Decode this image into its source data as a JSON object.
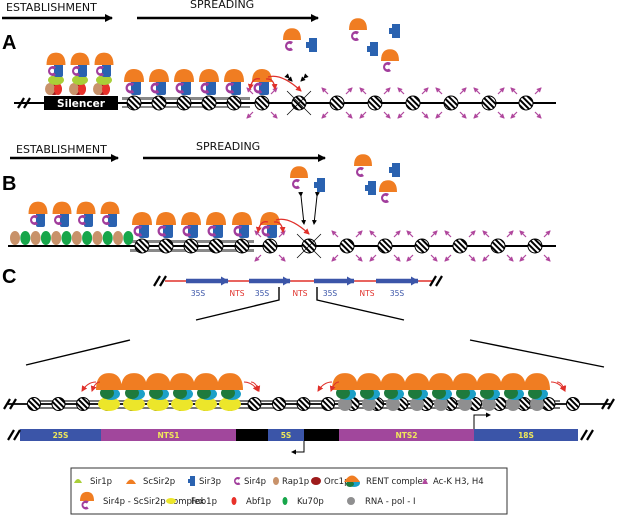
{
  "colors": {
    "sir1p": "#a9cf38",
    "scsir2p": "#f07d22",
    "sir3p": "#2a62b0",
    "sir4p": "#a13d9c",
    "rap1p": "#c8926a",
    "orc1p": "#9e1b1b",
    "abf1p": "#e8312a",
    "ku70p": "#17a64a",
    "fob1p": "#ece62a",
    "rnapol": "#8f8f90",
    "rent_teal": "#1ca0c8",
    "rent_green": "#1e7a3d",
    "ack": "#b0479d",
    "spread_arrow": "#e0302a",
    "rdna_blue": "#3b55a8",
    "rdna_magenta": "#a1479c",
    "rdna_black": "#000000",
    "rdna_label": "#f0e95a",
    "ntsred": "#e0302a"
  },
  "panels": [
    {
      "label": "A",
      "establishment": "ESTABLISHMENT",
      "spreading": "SPREADING",
      "silencer": "Silencer"
    },
    {
      "label": "B",
      "establishment": "ESTABLISHMENT",
      "spreading": "SPREADING"
    },
    {
      "label": "C"
    }
  ],
  "rdna_repeat": {
    "segments": [
      "35S",
      "NTS",
      "35S",
      "NTS",
      "35S",
      "NTS",
      "35S"
    ]
  },
  "rdna_unit": {
    "segments": [
      {
        "name": "25S",
        "color": "blue"
      },
      {
        "name": "NTS1",
        "color": "magenta"
      },
      {
        "name": "",
        "color": "black"
      },
      {
        "name": "5S",
        "color": "blue"
      },
      {
        "name": "",
        "color": "black"
      },
      {
        "name": "NTS2",
        "color": "magenta"
      },
      {
        "name": "18S",
        "color": "blue"
      }
    ]
  },
  "legend": {
    "row1": [
      {
        "icon": "sir1p",
        "label": "Sir1p"
      },
      {
        "icon": "scsir2p",
        "label": "ScSir2p"
      },
      {
        "icon": "sir3p",
        "label": "Sir3p"
      },
      {
        "icon": "sir4p",
        "label": "Sir4p"
      },
      {
        "icon": "rap1p",
        "label": "Rap1p"
      },
      {
        "icon": "orc1p",
        "label": "Orc1p"
      },
      {
        "icon": "rent",
        "label": "RENT complex"
      },
      {
        "icon": "ack",
        "label": "Ac-K H3, H4"
      }
    ],
    "row2": [
      {
        "icon": "sir4p-scsir2p",
        "label": "Sir4p - ScSir2p complex"
      },
      {
        "icon": "fob1p",
        "label": "Fob1p"
      },
      {
        "icon": "abf1p",
        "label": "Abf1p"
      },
      {
        "icon": "ku70p",
        "label": "Ku70p"
      },
      {
        "icon": "rnapol",
        "label": "RNA - pol - I"
      }
    ]
  }
}
